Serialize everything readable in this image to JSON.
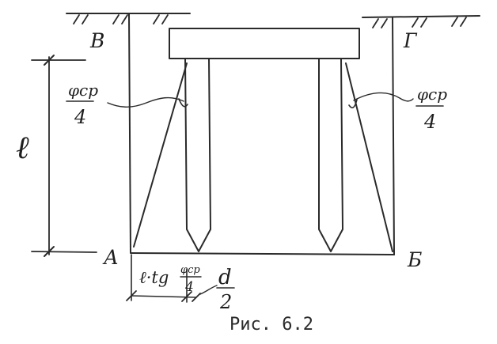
{
  "labels": {
    "corner_top_left": "В",
    "corner_top_right": "Г",
    "corner_bottom_left": "А",
    "corner_bottom_right": "Б",
    "length_symbol": "ℓ",
    "angle_left_numerator": "φср",
    "angle_left_denominator": "4",
    "angle_right_numerator": "φср",
    "angle_right_denominator": "4",
    "offset_expression": "ℓ·tg",
    "offset_fraction_numerator": "φср",
    "offset_fraction_denominator": "4",
    "half_width_numerator": "d",
    "half_width_denominator": "2"
  },
  "caption": "Рис. 6.2",
  "colors": {
    "ink": "#2a2a2a"
  }
}
